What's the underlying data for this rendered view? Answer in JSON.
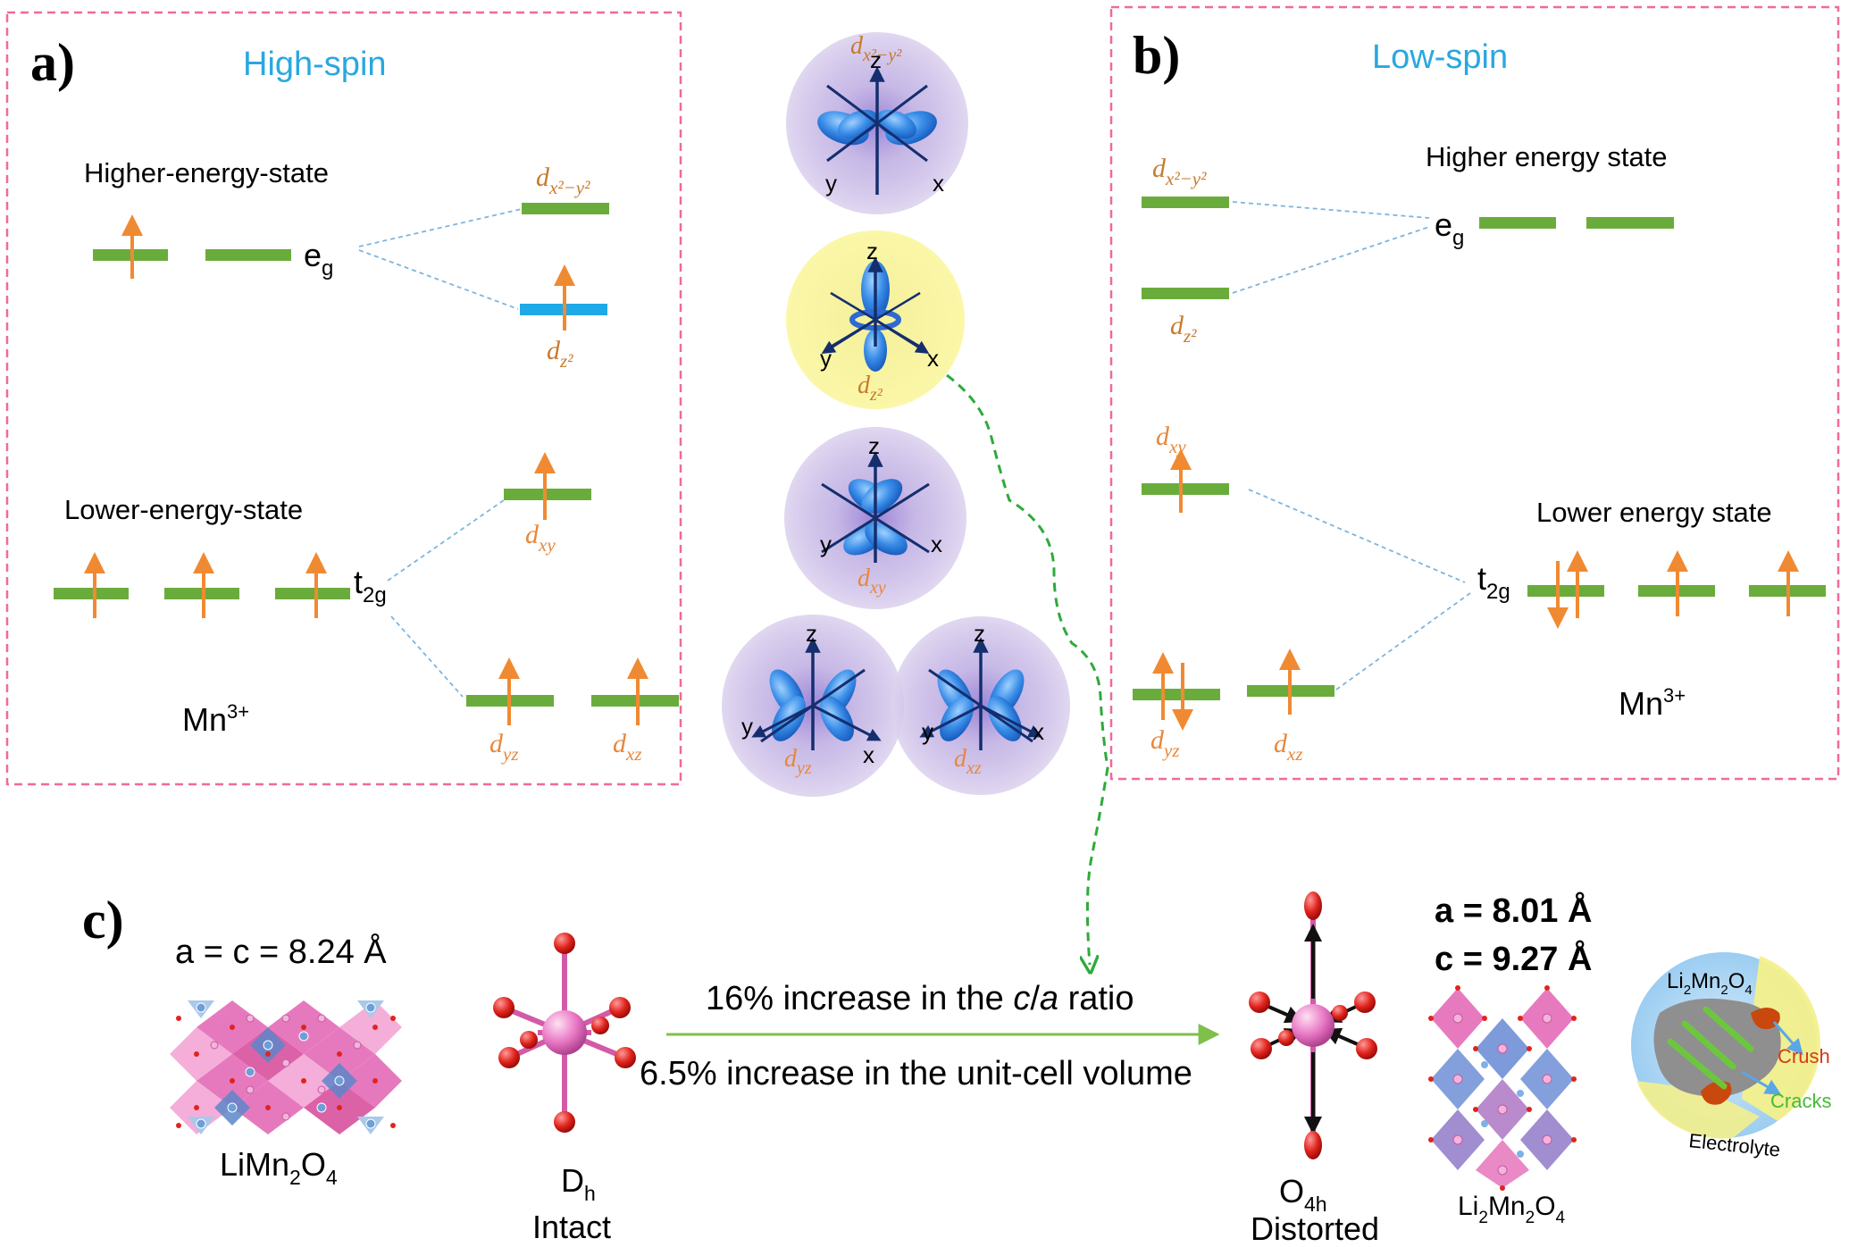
{
  "colors": {
    "panel_border": "#f06a9a",
    "title_blue": "#29a8e0",
    "level_green": "#6aac3c",
    "level_blue": "#1fa9e6",
    "arrow_orange": "#f08a32",
    "orbital_label": "#e8873a",
    "eg_orbital_label": "#c77a2d",
    "connector": "#7fb4dd",
    "process_arrow": "#7fbf4a",
    "dashed_green": "#2eaa3a"
  },
  "panel_a": {
    "letter": "a)",
    "title": "High-spin",
    "higher_state": "Higher-energy-state",
    "lower_state": "Lower-energy-state",
    "eg": "e",
    "eg_sub": "g",
    "t2g": "t",
    "t2g_sub": "2g",
    "ion": "Mn",
    "ion_sup": "3+",
    "orb_x2y2": "d",
    "orb_x2y2_sub": "x²−y²",
    "orb_z2": "d",
    "orb_z2_sub": "z²",
    "orb_xy": "d",
    "orb_xy_sub": "xy",
    "orb_yz": "d",
    "orb_yz_sub": "yz",
    "orb_xz": "d",
    "orb_xz_sub": "xz"
  },
  "panel_b": {
    "letter": "b)",
    "title": "Low-spin",
    "higher_state": "Higher energy state",
    "lower_state": "Lower energy state",
    "eg": "e",
    "eg_sub": "g",
    "t2g": "t",
    "t2g_sub": "2g",
    "ion": "Mn",
    "ion_sup": "3+",
    "orb_x2y2": "d",
    "orb_x2y2_sub": "x²−y²",
    "orb_z2": "d",
    "orb_z2_sub": "z²",
    "orb_xy": "d",
    "orb_xy_sub": "xy",
    "orb_yz": "d",
    "orb_yz_sub": "yz",
    "orb_xz": "d",
    "orb_xz_sub": "xz"
  },
  "orbitals": {
    "axis_x": "x",
    "axis_y": "y",
    "axis_z": "z",
    "x2y2": "d",
    "x2y2_sub": "x²−y²",
    "z2": "d",
    "z2_sub": "z²",
    "xy": "d",
    "xy_sub": "xy",
    "yz": "d",
    "yz_sub": "yz",
    "xz": "d",
    "xz_sub": "xz"
  },
  "panel_c": {
    "letter": "c)",
    "lmo_lattice": "a = c = 8.24 Å",
    "lmo_formula": "LiMn",
    "lmo_sub1": "2",
    "lmo_mid": "O",
    "lmo_sub2": "4",
    "intact_symbol": "D",
    "intact_sub": "h",
    "intact_label": "Intact",
    "ratio_text_a": "16% increase in the ",
    "ratio_text_c": "c",
    "ratio_text_slash": "/",
    "ratio_text_a2": "a",
    "ratio_text_end": " ratio",
    "volume_text": "6.5% increase in the unit-cell volume",
    "distorted_symbol": "O",
    "distorted_sub": "4h",
    "distorted_label": "Distorted",
    "l2mo_a": "a = 8.01 Å",
    "l2mo_c": "c = 9.27 Å",
    "l2mo_formula_1": "Li",
    "l2mo_sub1": "2",
    "l2mo_formula_2": "Mn",
    "l2mo_sub2": "2",
    "l2mo_formula_3": "O",
    "l2mo_sub3": "4",
    "particle_formula_1": "Li",
    "particle_sub1": "2",
    "particle_formula_2": "Mn",
    "particle_sub2": "2",
    "particle_formula_3": "O",
    "particle_sub3": "4",
    "crush": "Crush",
    "cracks": "Cracks",
    "electrolyte": "Electrolyte"
  }
}
